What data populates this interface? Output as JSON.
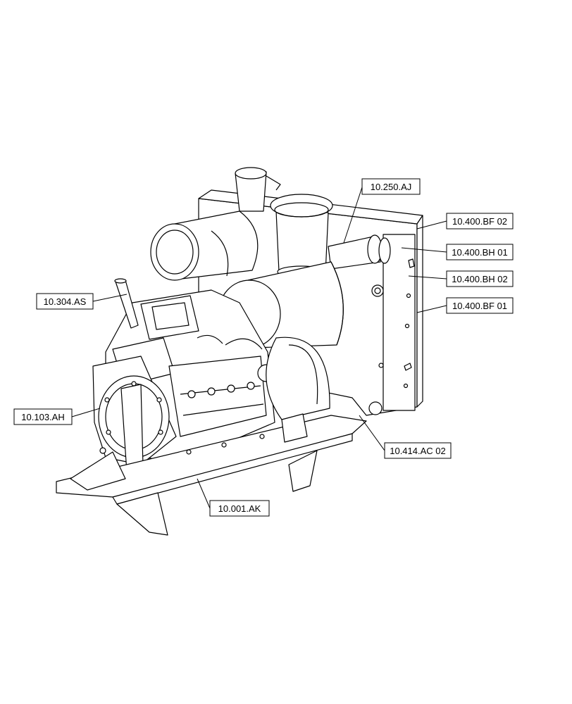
{
  "callouts": [
    {
      "id": "10.250.AJ",
      "text": "10.250.AJ"
    },
    {
      "id": "10.400.BF 02",
      "text": "10.400.BF 02"
    },
    {
      "id": "10.400.BH 01",
      "text": "10.400.BH 01"
    },
    {
      "id": "10.400.BH 02",
      "text": "10.400.BH 02"
    },
    {
      "id": "10.400.BF 01",
      "text": "10.400.BF 01"
    },
    {
      "id": "10.304.AS",
      "text": "10.304.AS"
    },
    {
      "id": "10.103.AH",
      "text": "10.103.AH"
    },
    {
      "id": "10.414.AC 02",
      "text": "10.414.AC 02"
    },
    {
      "id": "10.001.AK",
      "text": "10.001.AK"
    }
  ]
}
